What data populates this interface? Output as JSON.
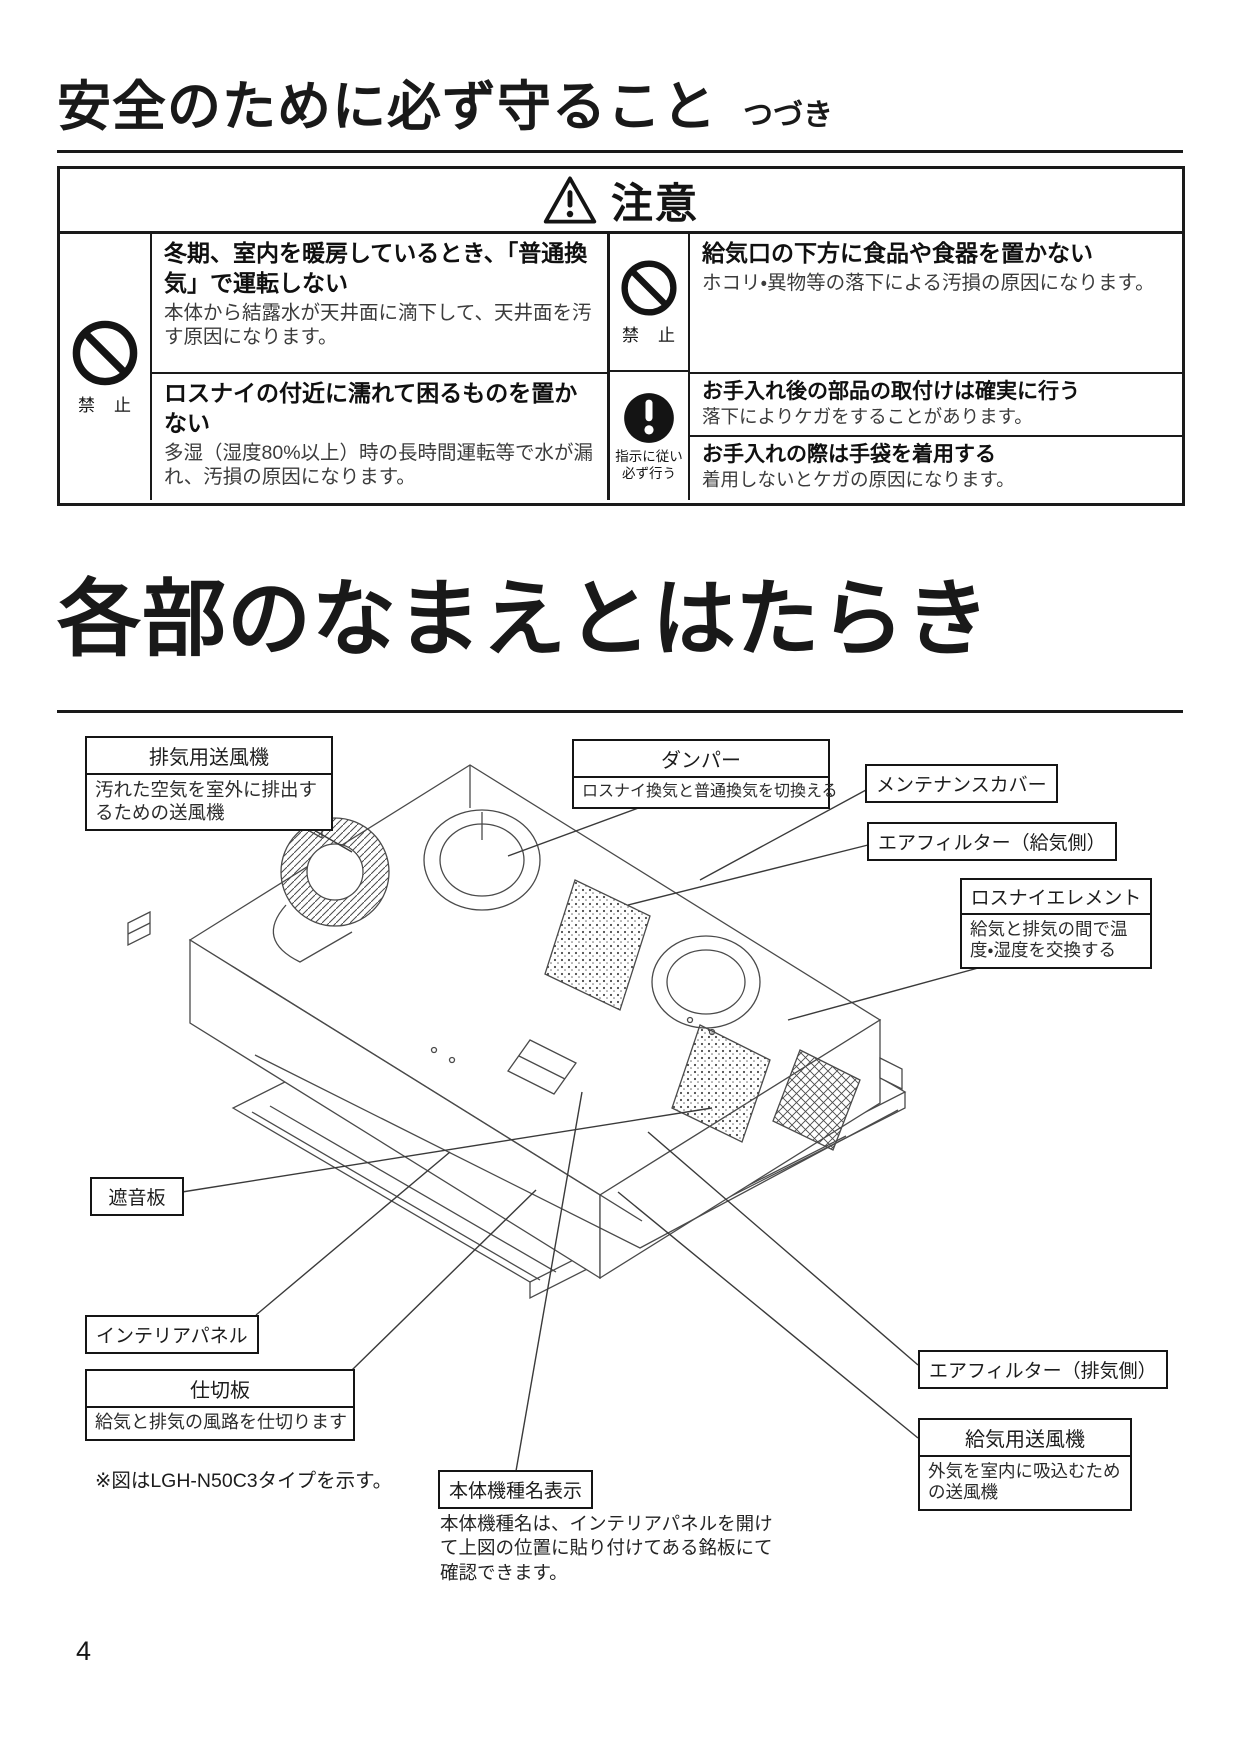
{
  "page": {
    "title": "安全のために必ず守ること",
    "title_suffix": "つづき",
    "page_number": "4"
  },
  "caution": {
    "header": "注意",
    "left_icon_label": "禁　止",
    "left_rows": [
      {
        "title": "冬期、室内を暖房しているとき、「普通換気」で運転しない",
        "body": "本体から結露水が天井面に滴下して、天井面を汚す原因になります。"
      },
      {
        "title": "ロスナイの付近に濡れて困るものを置かない",
        "body": "多湿（湿度80%以上）時の長時間運転等で水が漏れ、汚損の原因になります。"
      }
    ],
    "right_icon_label": "禁　止",
    "mandatory_lines": [
      "指示に従い",
      "必ず行う"
    ],
    "right_rows": [
      {
        "title": "給気口の下方に食品や食器を置かない",
        "body": "ホコリ・異物等の落下による汚損の原因になります。"
      },
      {
        "title": "お手入れ後の部品の取付けは確実に行う",
        "body": "落下によりケガをすることがあります。"
      },
      {
        "title": "お手入れの際は手袋を着用する",
        "body": "着用しないとケガの原因になります。"
      }
    ]
  },
  "parts": {
    "title": "各部のなまえとはたらき",
    "callouts": {
      "exhaust_fan": {
        "label": "排気用送風機",
        "desc": "汚れた空気を室外に排出するための送風機"
      },
      "damper": {
        "label": "ダンパー",
        "desc": "ロスナイ換気と普通換気を切換える"
      },
      "maintenance_cover": {
        "label": "メンテナンスカバー"
      },
      "air_filter_supply": {
        "label": "エアフィルター（給気側）"
      },
      "lossnay_element": {
        "label": "ロスナイエレメント",
        "desc": "給気と排気の間で温度・湿度を交換する"
      },
      "sound_baffle": {
        "label": "遮音板"
      },
      "interior_panel": {
        "label": "インテリアパネル"
      },
      "partition_plate": {
        "label": "仕切板",
        "desc": "給気と排気の風路を仕切ります"
      },
      "air_filter_exhaust": {
        "label": "エアフィルター（排気側）"
      },
      "supply_fan": {
        "label": "給気用送風機",
        "desc": "外気を室内に吸込むための送風機"
      },
      "model_name": {
        "label": "本体機種名表示"
      }
    },
    "figure_note": "※図はLGH-N50C3タイプを示す。",
    "model_note": "本体機種名は、インテリアパネルを開けて上図の位置に貼り付けてある銘板にて確認できます。"
  }
}
